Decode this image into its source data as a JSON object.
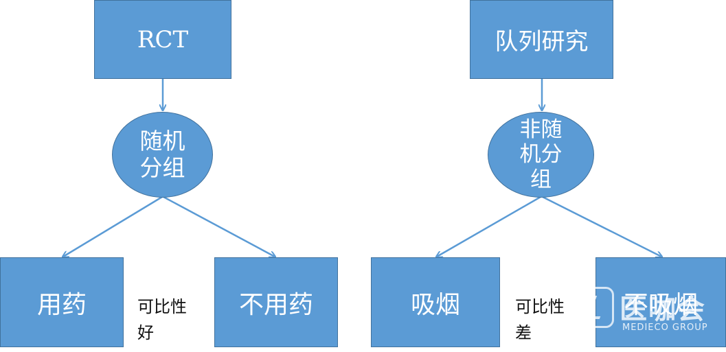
{
  "left": {
    "top": "RCT",
    "middle": "随机\n分组",
    "bottom_left": "用药",
    "bottom_right": "不用药",
    "note": "可比性好"
  },
  "right": {
    "top": "队列研究",
    "middle": "非随\n机分\n组",
    "bottom_left": "吸烟",
    "bottom_right": "不吸烟",
    "note": "可比性差"
  },
  "watermark": {
    "name": "医咖会",
    "subtitle": "MEDIECO GROUP"
  },
  "colors": {
    "fill": "#5b9bd5",
    "border": "#41719c",
    "arrow": "#5b9bd5"
  }
}
